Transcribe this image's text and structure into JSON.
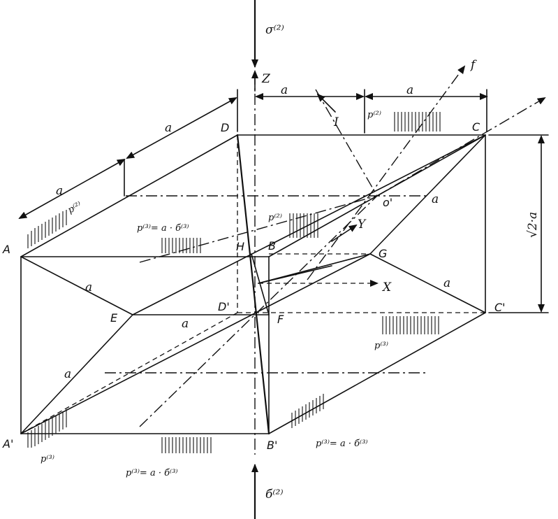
{
  "stress_top": "σ⁽²⁾",
  "stress_bottom": "б⁽²⁾",
  "axis_z": "Z",
  "axis_x": "X",
  "axis_y": "Y",
  "axis_f": "f",
  "label_I": "I",
  "point_A": "A",
  "point_A_prime": "A'",
  "point_B": "B",
  "point_B_prime": "B'",
  "point_C": "C",
  "point_C_prime": "C'",
  "point_D": "D",
  "point_D_prime": "D'",
  "point_E": "E",
  "point_F": "F",
  "point_G": "G",
  "point_H": "H",
  "point_O_prime": "o'",
  "dim_a": "a",
  "dim_height": "√2·a",
  "p2": "p⁽²⁾",
  "p3": "p⁽³⁾",
  "p3_eq_front": "p⁽³⁾= a · б⁽³⁾",
  "p3_eq_top": "p⁽³⁾= a · б⁽³⁾",
  "p3_eq_right": "p⁽³⁾= a · б⁽³⁾"
}
